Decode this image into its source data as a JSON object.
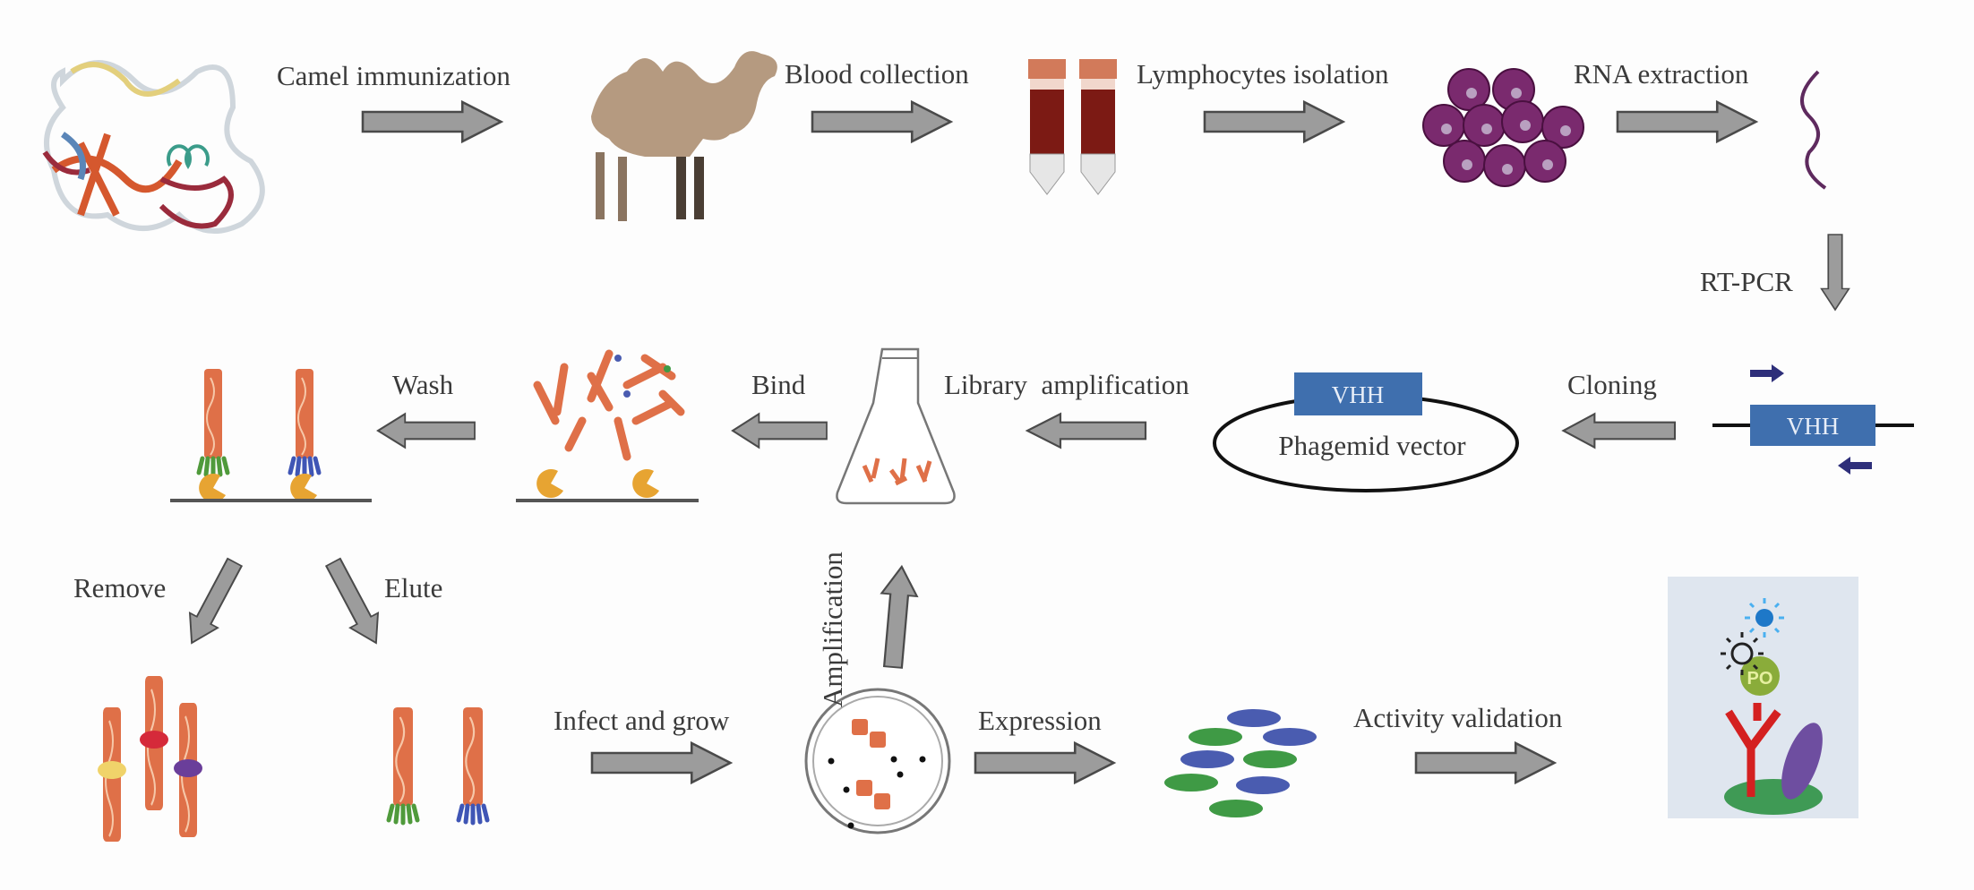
{
  "steps": {
    "camel_immunization": "Camel immunization",
    "blood_collection": "Blood collection",
    "lymphocytes_isolation": "Lymphocytes isolation",
    "rna_extraction": "RNA extraction",
    "rt_pcr": "RT-PCR",
    "cloning": "Cloning",
    "library_amplification": "Library  amplification",
    "bind": "Bind",
    "wash": "Wash",
    "remove": "Remove",
    "elute": "Elute",
    "infect_and_grow": "Infect and grow",
    "amplification": "Amplification",
    "expression": "Expression",
    "activity_validation": "Activity validation"
  },
  "gene": {
    "vhh_label": "VHH"
  },
  "vector": {
    "vhh_label": "VHH",
    "name": "Phagemid vector"
  },
  "assay": {
    "enzyme_label": "PO"
  },
  "colors": {
    "arrow_fill": "#9c9c9c",
    "vhh_box": "#3f6fae",
    "phage_body": "#df7048",
    "lymphocyte": "#7a2a6e",
    "blood": "#7c1a14",
    "antibody": "#d42020",
    "green_binder": "#3f9a45",
    "blue_binder": "#4a5cb0"
  }
}
